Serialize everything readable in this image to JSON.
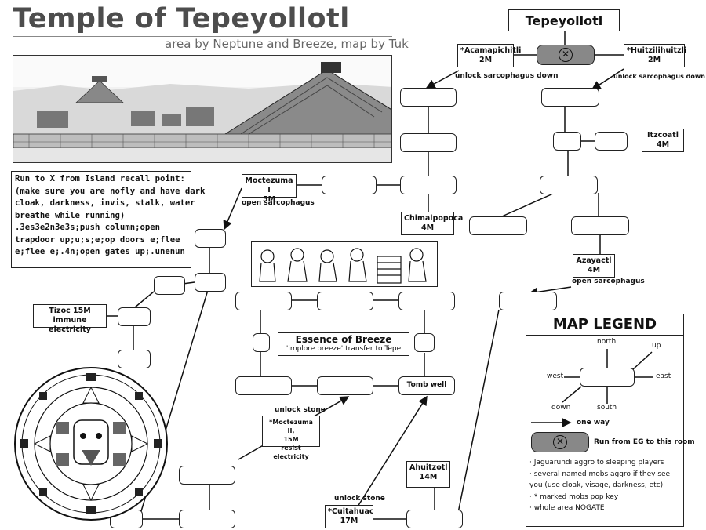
{
  "header": {
    "title": "Temple of Tepeyollotl",
    "subtitle": "area by Neptune and Breeze, map by Tuk"
  },
  "top_box": "Tepeyollotl",
  "instructions": {
    "lines": [
      "Run to X from Island recall point:",
      "(make sure you are nofly and have dark",
      "cloak, darkness, invis, stalk, water",
      "breathe while running)",
      ".3es3e2n3e3s;push column;open",
      "trapdoor up;u;s;e;op doors e;flee",
      "e;flee e;.4n;open gates up;.unenun"
    ]
  },
  "mobs": {
    "acamapichitli": {
      "name": "*Acamapichitli",
      "level": "2M",
      "note": "unlock sarcophagus down"
    },
    "huitzilihuitzli": {
      "name": "*Huitzilihuitzli",
      "level": "2M",
      "note": "unlock sarcophagus down"
    },
    "itzcoatl": {
      "name": "Itzcoatl",
      "level": "4M"
    },
    "moctezuma1": {
      "name": "Moctezuma I",
      "level": "5M",
      "note": "open sarcophagus"
    },
    "chimalpopoca": {
      "name": "Chimalpopoca",
      "level": "4M"
    },
    "azayactl": {
      "name": "Azayactl",
      "level": "4M",
      "note": "open sarcophagus"
    },
    "tizoc": {
      "name": "Tizoc 15M",
      "note": "immune electricity"
    },
    "moctezuma2": {
      "name": "*Moctezuma II,",
      "level": "15M",
      "note": "resist electricity",
      "above": "unlock stone"
    },
    "ahuitzotl": {
      "name": "Ahuitzotl",
      "level": "14M"
    },
    "cuitahuac": {
      "name": "*Cuitahuac",
      "level": "17M",
      "above": "unlock stone"
    }
  },
  "essence": {
    "name": "Essence of Breeze",
    "sub": "'implore breeze' transfer to Tepe"
  },
  "tomb_well": "Tomb well",
  "legend": {
    "title": "MAP LEGEND",
    "north": "north",
    "up": "up",
    "west": "west",
    "east": "east",
    "down": "down",
    "south": "south",
    "one_way": "one way",
    "run_from": "Run from EG to this room",
    "bullets": [
      "· Jaguarundi aggro to sleeping players",
      "· several named mobs aggro if they see",
      "  you (use cloak, visage, darkness, etc)",
      "· * marked mobs pop key",
      "· whole area NOGATE"
    ]
  }
}
